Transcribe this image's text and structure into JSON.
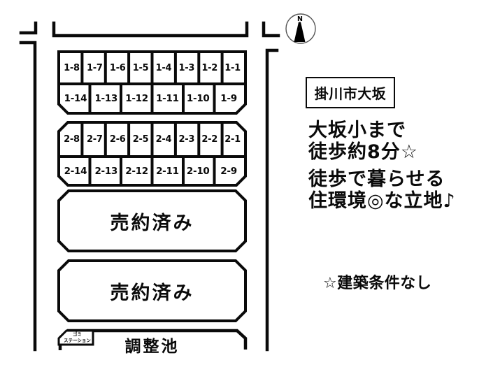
{
  "plan": {
    "compass_label": "N",
    "blocks": [
      {
        "id": "block-1",
        "row_top": [
          "1-8",
          "1-7",
          "1-6",
          "1-5",
          "1-4",
          "1-3",
          "1-2",
          "1-1"
        ],
        "row_bottom": [
          "1-14",
          "1-13",
          "1-12",
          "1-11",
          "1-10",
          "1-9"
        ]
      },
      {
        "id": "block-2",
        "row_top": [
          "2-8",
          "2-7",
          "2-6",
          "2-5",
          "2-4",
          "2-3",
          "2-2",
          "2-1"
        ],
        "row_bottom": [
          "2-14",
          "2-13",
          "2-12",
          "2-11",
          "2-10",
          "2-9"
        ]
      }
    ],
    "sold_label_1": "売約済み",
    "sold_label_2": "売約済み",
    "pond_label": "調整池",
    "garbage_station_line1": "ゴミ",
    "garbage_station_line2": "ステーション"
  },
  "info": {
    "area_title": "掛川市大坂",
    "headline_line1": "大坂小まで",
    "headline_line2": "徒歩約8分☆",
    "subheadline_line1": "徒歩で暮らせる",
    "subheadline_line2": "住環境◎な立地♪",
    "note": "☆建築条件なし"
  },
  "colors": {
    "ink": "#0a0a0a",
    "background": "#ffffff"
  }
}
